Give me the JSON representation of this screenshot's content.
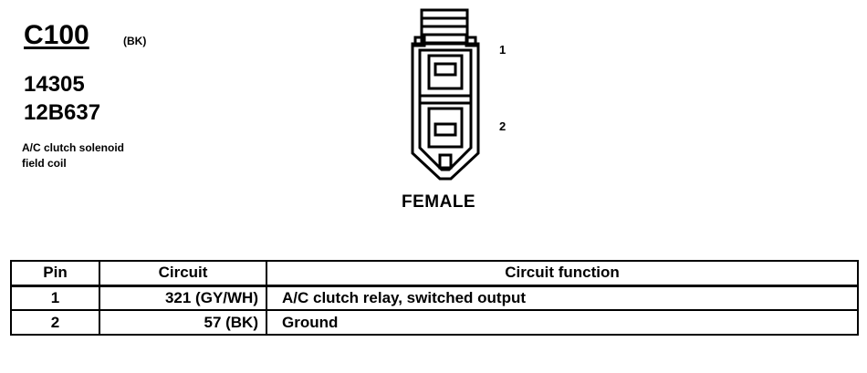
{
  "header": {
    "connector_id": "C100",
    "connector_color": "(BK)",
    "part_numbers": [
      "14305",
      "12B637"
    ],
    "description": "A/C clutch solenoid\nfield coil"
  },
  "connector": {
    "pin_labels": [
      "1",
      "2"
    ],
    "gender": "FEMALE"
  },
  "table": {
    "headers": {
      "pin": "Pin",
      "circuit": "Circuit",
      "function": "Circuit function"
    },
    "rows": [
      {
        "pin": "1",
        "circuit": "321 (GY/WH)",
        "function": "A/C clutch relay, switched output"
      },
      {
        "pin": "2",
        "circuit": "57 (BK)",
        "function": "Ground"
      }
    ]
  }
}
